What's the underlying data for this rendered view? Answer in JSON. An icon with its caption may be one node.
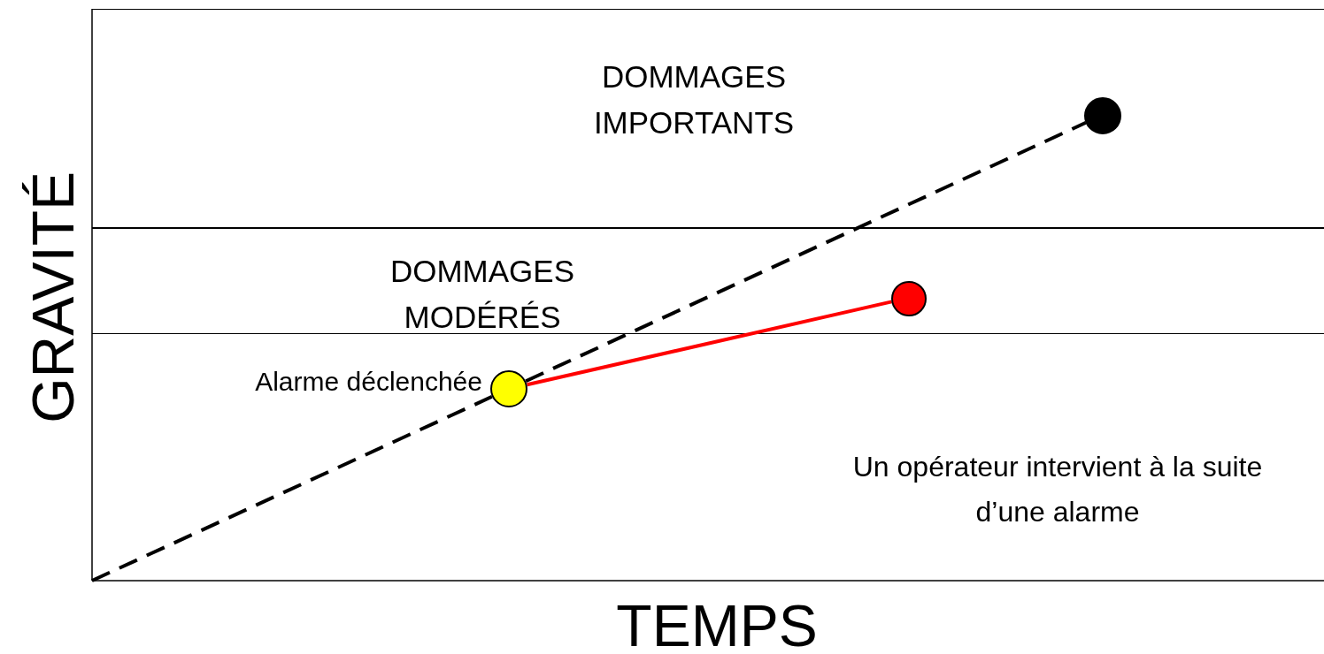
{
  "diagram": {
    "nodes": [
      {
        "text": [
          "DOMMAGES IMPORTANTS"
        ]
      },
      {
        "text": [],
        "shape": "circle",
        "in": 0
      },
      {
        "text": [
          "DOMMAGES MODÉRÉS"
        ]
      },
      {
        "text": [],
        "shape": "circle",
        "in": 2
      },
      {
        "text": [],
        "shape": "circle",
        "beside": [
          "Alarme déclenchée"
        ]
      }
    ],
    "edges": [
      {
        "from": null,
        "to": 4,
        "arrow": "none",
        "style": "dashed"
      },
      {
        "from": 4,
        "to": 1,
        "arrow": "none",
        "style": "dashed"
      },
      {
        "from": 4,
        "to": 3,
        "arrow": "none",
        "color": "#ff0000"
      }
    ],
    "labels": [
      "GRAVITÉ",
      "TEMPS",
      "Un opérateur intervient à la suite d’une alarme"
    ]
  }
}
